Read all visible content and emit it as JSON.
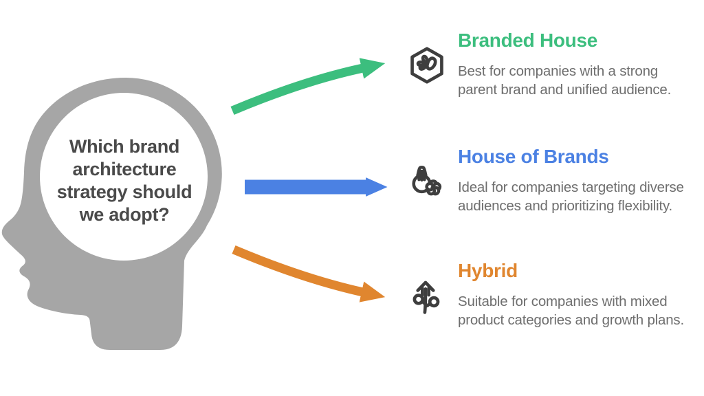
{
  "head": {
    "question": "Which brand\narchitecture\nstrategy should\nwe adopt?",
    "silhouette_color": "#a6a6a6",
    "brain_fill": "#ffffff",
    "question_color": "#4a4a4a"
  },
  "items": [
    {
      "title": "Branded House",
      "description": "Best for companies with a strong\nparent brand and unified audience.",
      "color": "#3cbe7e",
      "icon": "snap-badge-icon",
      "arrow_shape": "curved-up"
    },
    {
      "title": "House of Brands",
      "description": "Ideal for companies targeting diverse\naudiences and prioritizing flexibility.",
      "color": "#4b81e3",
      "icon": "perfume-flower-icon",
      "arrow_shape": "straight"
    },
    {
      "title": "Hybrid",
      "description": "Suitable for companies with mixed\nproduct categories and growth plans.",
      "color": "#e0862f",
      "icon": "branch-growth-icon",
      "arrow_shape": "curved-down"
    }
  ],
  "colors": {
    "description_text": "#6e6e6e",
    "icon_stroke": "#3e3e3e",
    "background": "#ffffff"
  }
}
